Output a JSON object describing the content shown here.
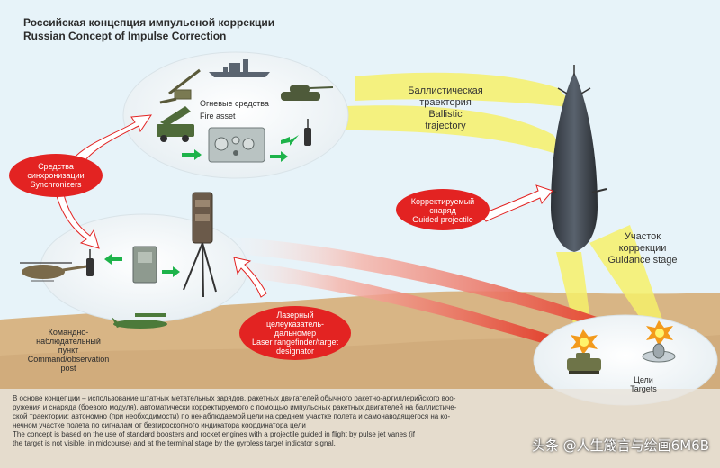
{
  "title_ru": "Российская концепция импульсной коррекции",
  "title_en": "Russian Concept of Impulse Correction",
  "fire_asset": {
    "ru": "Огневые средства",
    "en": "Fire asset"
  },
  "synchronizers": {
    "ru": "Средства синхронизации",
    "en": "Synchronizers"
  },
  "trajectory": {
    "ru_1": "Баллистическая",
    "ru_2": "траектория",
    "en_1": "Ballistic",
    "en_2": "trajectory"
  },
  "guided_projectile": {
    "ru_1": "Корректируемый",
    "ru_2": "снаряд",
    "en": "Guided projectile"
  },
  "guidance_stage": {
    "ru_1": "Участок",
    "ru_2": "коррекции",
    "en": "Guidance stage"
  },
  "command_post": {
    "ru_1": "Командно-",
    "ru_2": "наблюдательный",
    "ru_3": "пункт",
    "en_1": "Command/observation",
    "en_2": "post"
  },
  "laser": {
    "ru_1": "Лазерный",
    "ru_2": "целеуказатель-",
    "ru_3": "дальномер",
    "en_1": "Laser rangefinder/target",
    "en_2": "designator"
  },
  "targets": {
    "ru": "Цели",
    "en": "Targets"
  },
  "caption": {
    "ru_1": "В основе концепции – использование штатных метательных зарядов, ракетных двигателей обычного ракетно-артиллерийского воо-",
    "ru_2": "ружения и снаряда (боевого модуля), автоматически корректируемого с помощью импульсных ракетных двигателей на баллистиче-",
    "ru_3": "ской траектории: автономно (при необходимости) по ненаблюдаемой цели на среднем участке полета и самонаводящегося на ко-",
    "ru_4": "нечном участке полета по сигналам от безгироскопного индикатора координатора цели",
    "en_1": "The concept is based on the use of standard boosters and rocket engines with a projectile guided in flight by pulse jet vanes (if",
    "en_2": "the target is not visible, in midcourse) and at the terminal stage by the gyroless target indicator signal."
  },
  "watermark": "头条 @人生箴言与绘画6M6B",
  "colors": {
    "sky": "#e7f3f9",
    "ground": "#d8b585",
    "bubble": "#e32322",
    "beam": "#f6f06a",
    "arrow_green": "#1db34a"
  }
}
